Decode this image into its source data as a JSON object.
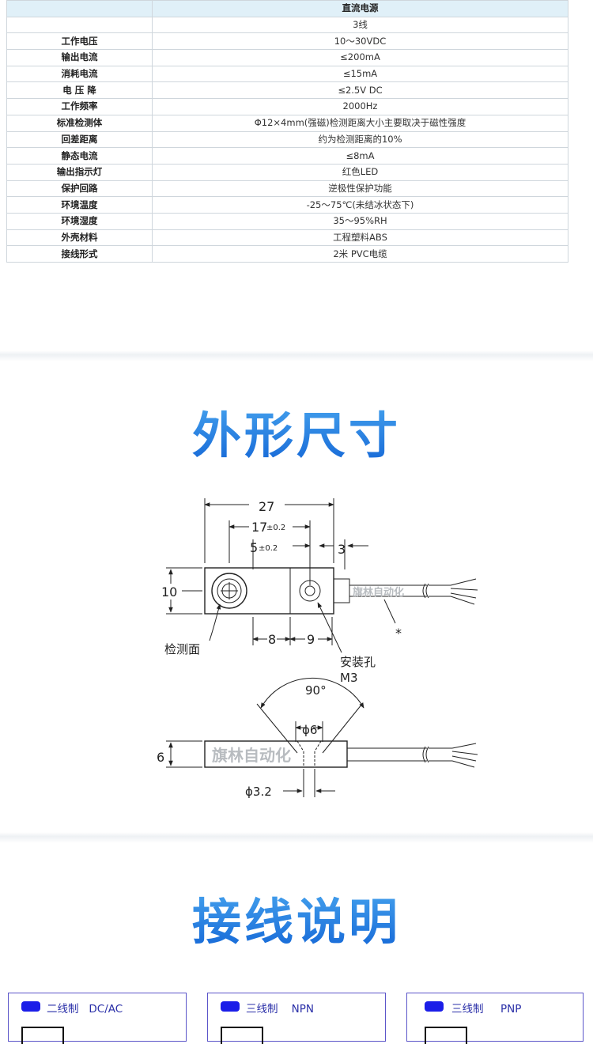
{
  "spec_table": {
    "header_top": "直流电源",
    "header_sub": "3线",
    "rows": [
      {
        "key": "工作电压",
        "value": "10～30VDC"
      },
      {
        "key": "输出电流",
        "value": "≤200mA"
      },
      {
        "key": "消耗电流",
        "value": "≤15mA"
      },
      {
        "key": "电 压 降",
        "value": "≤2.5V DC"
      },
      {
        "key": "工作频率",
        "value": "2000Hz"
      },
      {
        "key": "标准检测体",
        "value": "Φ12×4mm(强磁)检测距离大小主要取决于磁性强度"
      },
      {
        "key": "回差距离",
        "value": "约为检测距离的10%"
      },
      {
        "key": "静态电流",
        "value": "≤8mA"
      },
      {
        "key": "输出指示灯",
        "value": "红色LED"
      },
      {
        "key": "保护回路",
        "value": "逆极性保护功能"
      },
      {
        "key": "环境温度",
        "value": "-25～75℃(未结冰状态下)"
      },
      {
        "key": "环境湿度",
        "value": "35～95%RH"
      },
      {
        "key": "外壳材料",
        "value": "工程塑料ABS"
      },
      {
        "key": "接线形式",
        "value": "2米 PVC电缆"
      }
    ]
  },
  "dimensions_section": {
    "title": "外形尺寸",
    "labels": {
      "total_length": "27",
      "pitch": "17",
      "pitch_tol": "±0.2",
      "offset": "5",
      "offset_tol": "±0.2",
      "edge": "3",
      "height": "10",
      "width_a": "8",
      "width_b": "9",
      "sensing_face": "检测面",
      "mount_hole": "安装孔",
      "mount_hole_size": "M3",
      "asterisk": "*",
      "angle": "90°",
      "counterbore": "ϕ6",
      "thickness": "6",
      "hole_dia": "ϕ3.2",
      "watermark": "旗林自动化"
    }
  },
  "wiring_section": {
    "title": "接线说明",
    "cards": [
      {
        "label": "二线制",
        "type": "DC/AC"
      },
      {
        "label": "三线制",
        "type": "NPN"
      },
      {
        "label": "三线制",
        "type": "PNP"
      }
    ]
  },
  "colors": {
    "title_gradient_top": "#4aa8f0",
    "title_gradient_bottom": "#1466d6",
    "table_header_bg": "#e0f0f8",
    "card_border": "#5b55c9",
    "card_pill": "#1b1ee8"
  }
}
